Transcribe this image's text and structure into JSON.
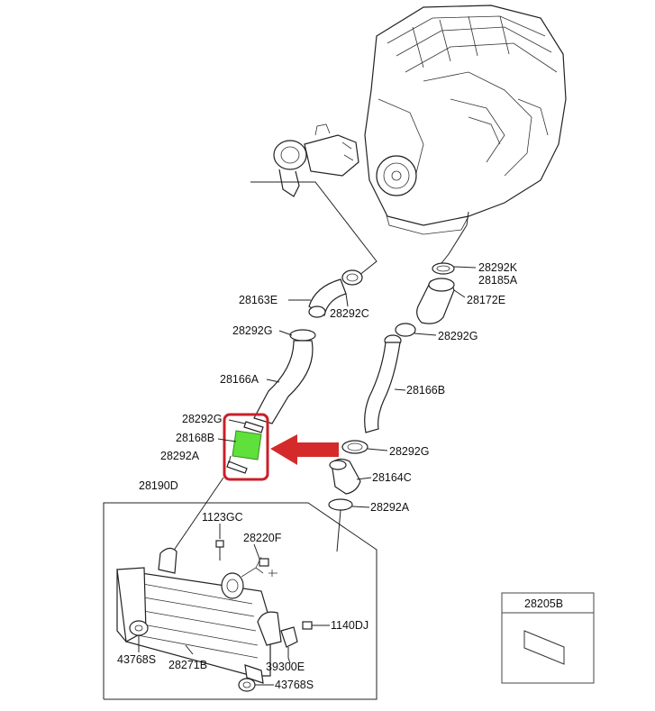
{
  "colors": {
    "highlight_box": "#c8202a",
    "highlight_part": "#5fe03a",
    "arrow": "#d52a2a",
    "line": "#222222"
  },
  "labels": {
    "p28292K": "28292K",
    "p28185A": "28185A",
    "p28163E": "28163E",
    "p28292C": "28292C",
    "p28172E": "28172E",
    "p28292G_left": "28292G",
    "p28292G_right": "28292G",
    "p28166A": "28166A",
    "p28166B": "28166B",
    "p28292G_highlight": "28292G",
    "p28168B": "28168B",
    "p28292A_highlight": "28292A",
    "p28292G_lower": "28292G",
    "p28164C": "28164C",
    "p28292A_lower": "28292A",
    "p28190D": "28190D",
    "p1123GC": "1123GC",
    "p28220F": "28220F",
    "p1140DJ": "1140DJ",
    "p43768S_left": "43768S",
    "p28271B": "28271B",
    "p39300E": "39300E",
    "p43768S_bottom": "43768S",
    "p28205B": "28205B"
  },
  "icons": [
    "engine-icon",
    "turbocharger-icon",
    "intercooler-icon",
    "sensor-icon",
    "highlight-arrow-icon"
  ]
}
